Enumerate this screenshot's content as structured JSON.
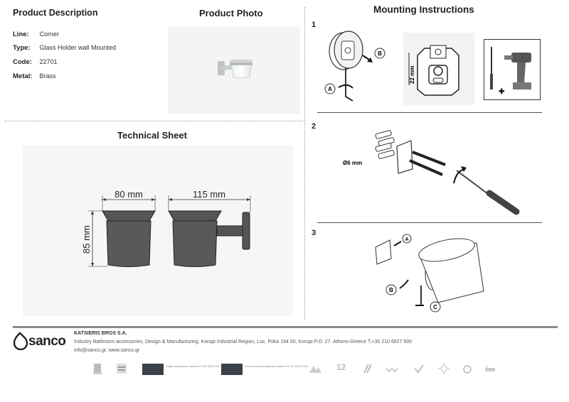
{
  "description": {
    "title": "Product Description",
    "rows": [
      {
        "label": "Line:",
        "value": "Corner"
      },
      {
        "label": "Type:",
        "value": "Glass Holder wall Mounted"
      },
      {
        "label": "Code:",
        "value": "22701"
      },
      {
        "label": "Metal:",
        "value": "Brass"
      }
    ]
  },
  "photo": {
    "title": "Product Photo"
  },
  "technical": {
    "title": "Technical Sheet",
    "dim_width": "80 mm",
    "dim_depth": "115 mm",
    "dim_height": "85 mm"
  },
  "mounting": {
    "title": "Mounting Instructions",
    "steps": [
      "1",
      "2",
      "3"
    ],
    "callout_a": "A",
    "callout_b": "B",
    "callout_c": "C",
    "dim_22": "22 mm",
    "dim_6": "Ø6 mm"
  },
  "footer": {
    "brand": "sanco",
    "company_name": "KATSIERIS BROS S.A.",
    "address": "Industry Bathroom accessories, Design & Manufacturing, Koropi Industrial Region, Loc. Poka 194 00, Koropi P.O. 27. Athens-Greece   T.+30 210 6627 500",
    "contact": "info@sanco.gr, www.sanco.gr",
    "cert1": "Quality Management System EN ISO 9001:2008",
    "cert2": "Environmental Management System EN ISO 14001:2004",
    "badge_12": "12"
  },
  "colors": {
    "accent": "#222222",
    "footer_bar": "#8a8a8a",
    "panel": "#f4f4f4"
  }
}
